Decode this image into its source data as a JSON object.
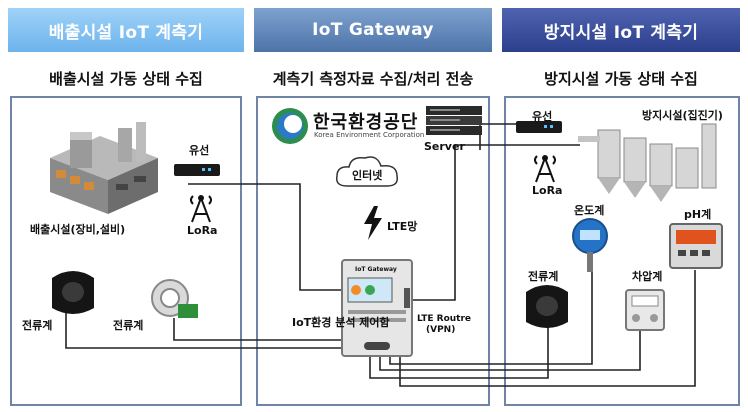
{
  "headers": {
    "left": "배출시설 IoT 계측기",
    "middle": "IoT Gateway",
    "right": "방지시설 IoT 계측기"
  },
  "subtitles": {
    "left": "배출시설 가동 상태 수집",
    "middle": "계측기 측정자료 수집/처리 전송",
    "right": "방지시설 가동 상태 수집"
  },
  "left_panel": {
    "facility_label": "배출시설(장비,설비)",
    "wired_label": "유선",
    "lora_label": "LoRa",
    "ct1_label": "전류계",
    "ct2_label": "전류계"
  },
  "middle_panel": {
    "logo_korean": "한국환경공단",
    "logo_english": "Korea Environment Corporation",
    "server_label": "Server",
    "internet_label": "인터넷",
    "lte_label": "LTE망",
    "box_label": "IoT환경 분석 제어함",
    "box_screen_title": "IoT Gateway",
    "router_label_line1": "LTE Routre",
    "router_label_line2": "(VPN)"
  },
  "right_panel": {
    "wired_label": "유선",
    "lora_label": "LoRa",
    "facility_label": "방지시설(집진기)",
    "thermo_label": "온도계",
    "ph_label": "pH계",
    "ct_label": "전류계",
    "dp_label": "차압계"
  }
}
